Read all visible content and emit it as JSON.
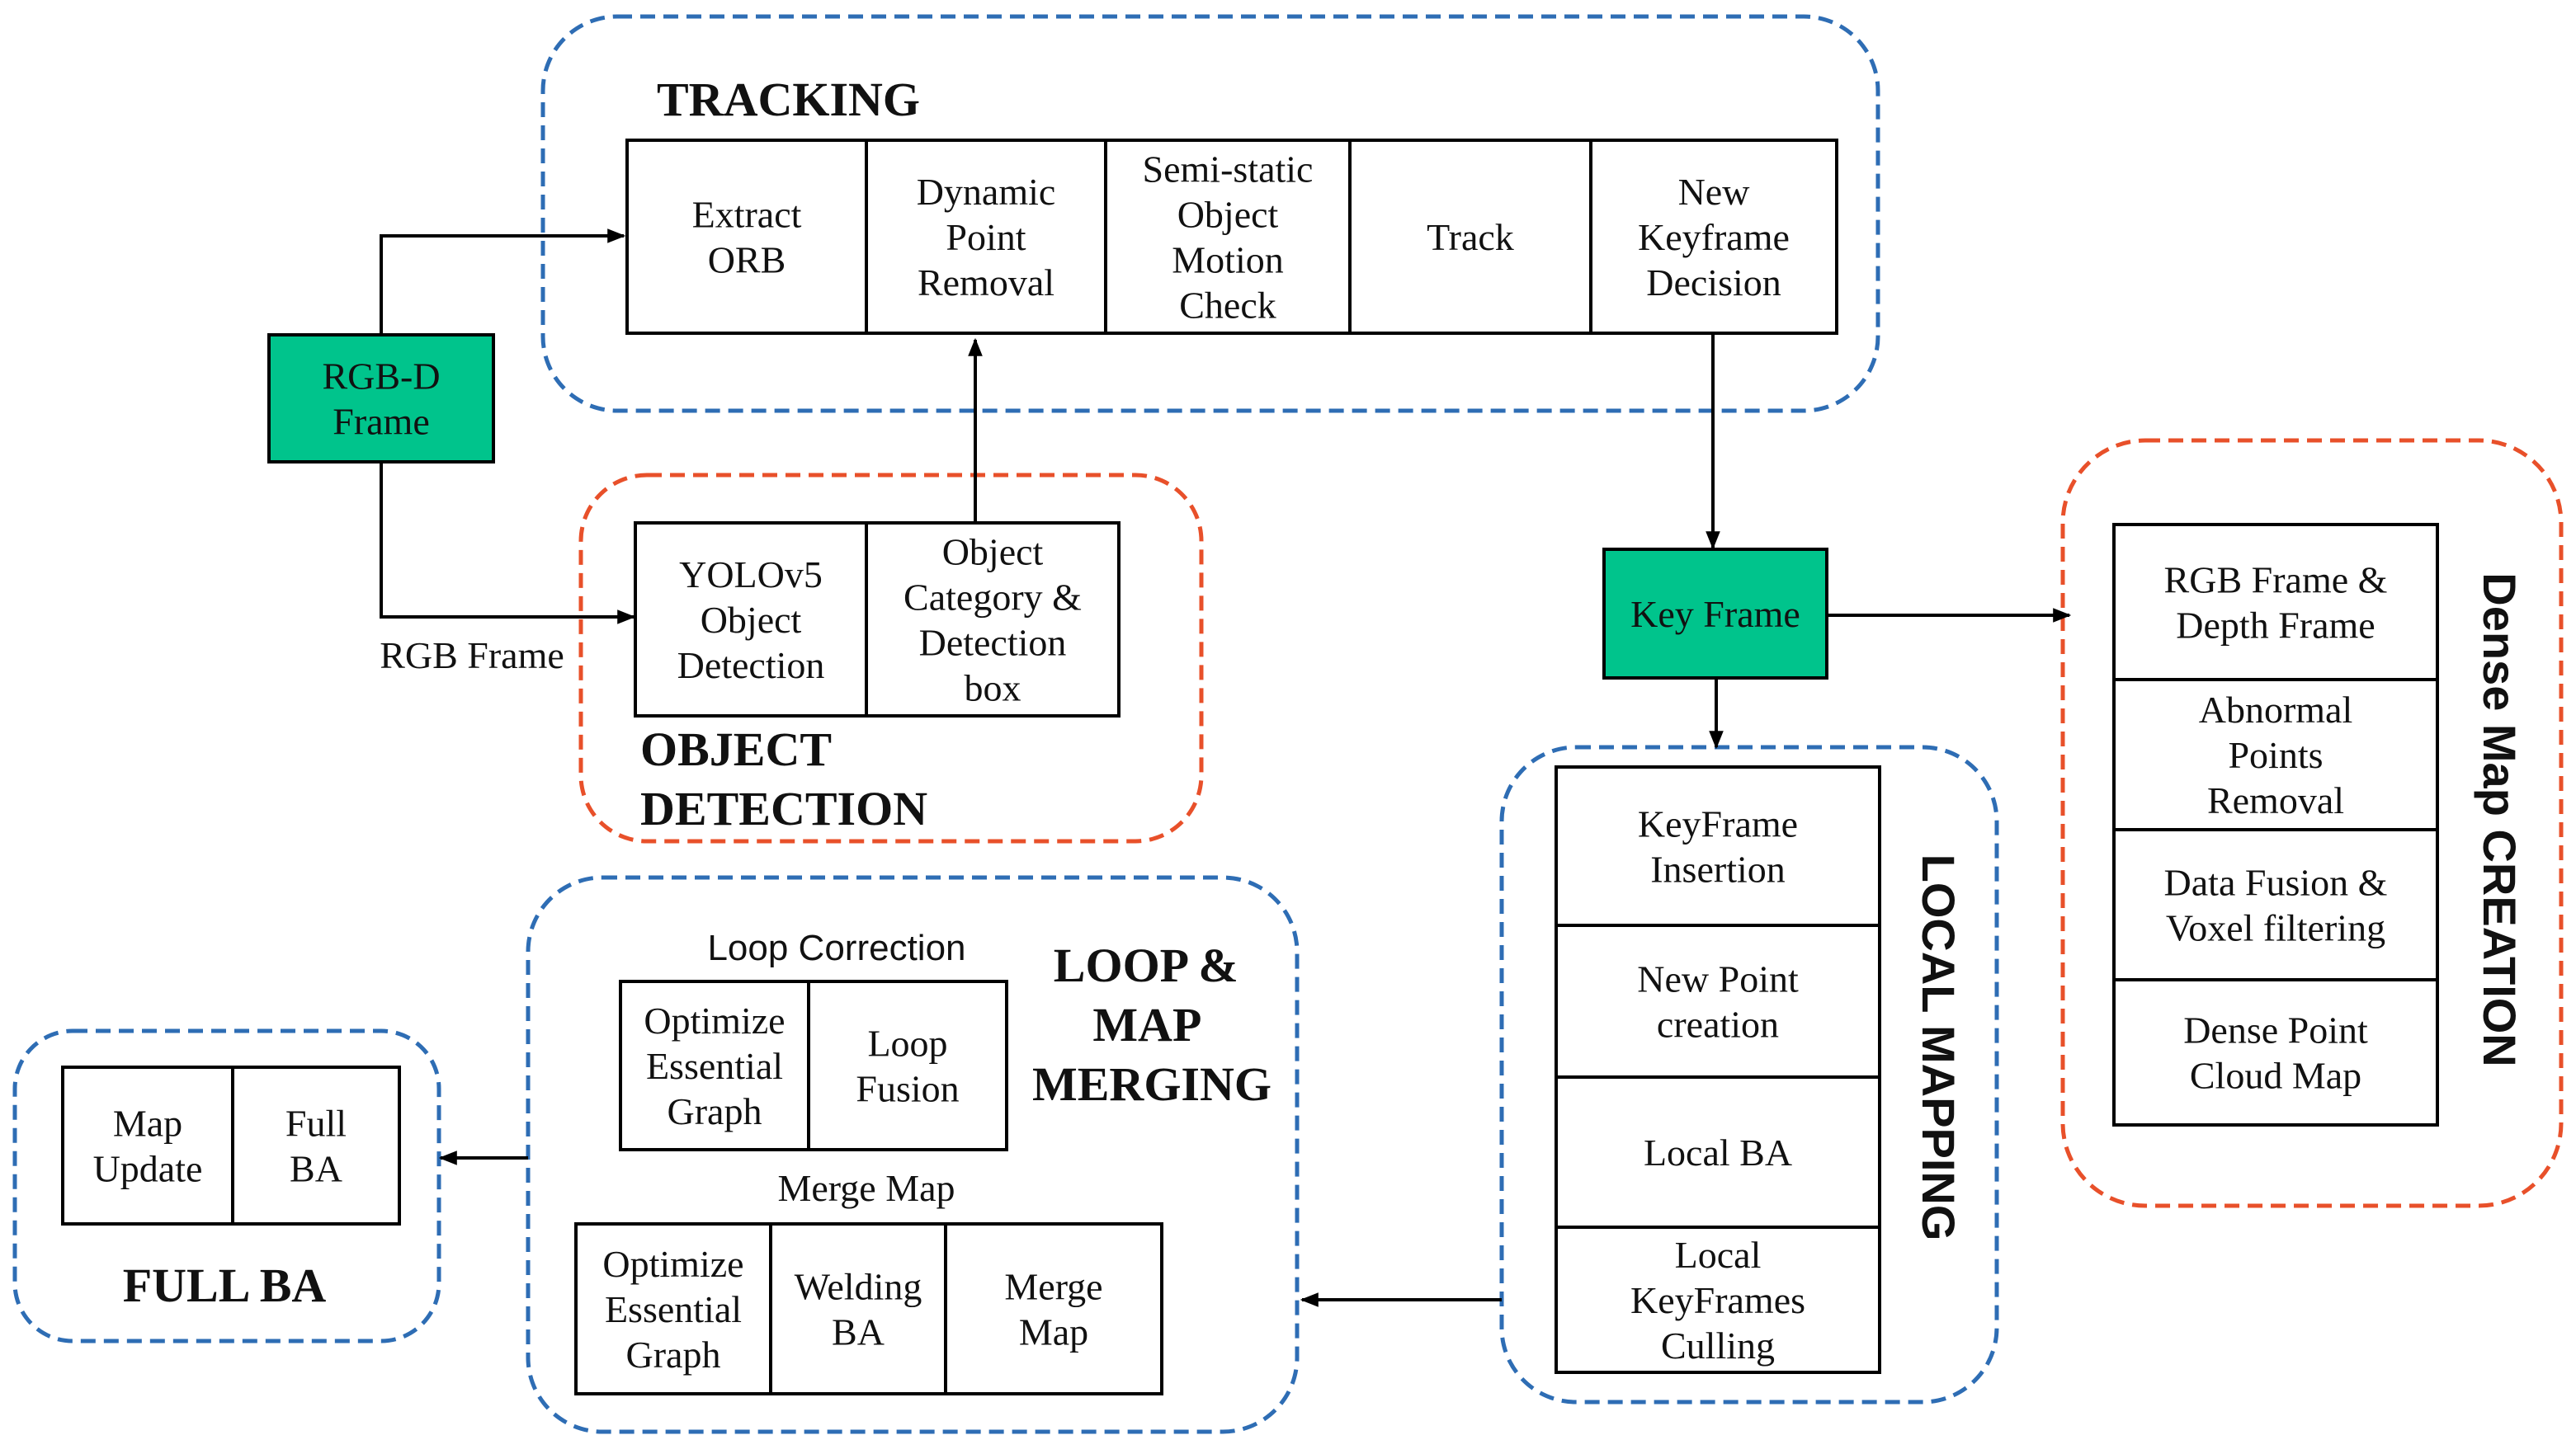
{
  "colors": {
    "blue_dash": "#2E6DB4",
    "red_dash": "#E8502A",
    "green_fill": "#00C48C",
    "line": "#000000"
  },
  "inputs": {
    "rgbd_frame": [
      "RGB-D",
      "Frame"
    ],
    "rgb_frame": "RGB Frame",
    "key_frame": "Key Frame"
  },
  "tracking": {
    "title": "TRACKING",
    "boxes": [
      [
        "Extract",
        "ORB"
      ],
      [
        "Dynamic",
        "Point",
        "Removal"
      ],
      [
        "Semi-static",
        "Object",
        "Motion",
        "Check"
      ],
      [
        "Track"
      ],
      [
        "New",
        "Keyframe",
        "Decision"
      ]
    ]
  },
  "object_detection": {
    "title": [
      "OBJECT",
      "DETECTION"
    ],
    "boxes": [
      [
        "YOLOv5",
        "Object",
        "Detection"
      ],
      [
        "Object",
        "Category &",
        "Detection",
        "box"
      ]
    ]
  },
  "local_mapping": {
    "title": "LOCAL MAPPING",
    "boxes": [
      [
        "KeyFrame",
        "Insertion"
      ],
      [
        "New Point",
        "creation"
      ],
      [
        "Local BA"
      ],
      [
        "Local",
        "KeyFrames",
        "Culling"
      ]
    ]
  },
  "dense_map": {
    "title": "Dense Map CREATION",
    "boxes": [
      [
        "RGB Frame &",
        "Depth Frame"
      ],
      [
        "Abnormal",
        "Points",
        "Removal"
      ],
      [
        "Data Fusion &",
        "Voxel filtering"
      ],
      [
        "Dense Point",
        "Cloud Map"
      ]
    ]
  },
  "loop_merging": {
    "title": [
      "LOOP &",
      "MAP",
      "MERGING"
    ],
    "loop_correction_label": "Loop Correction",
    "loop_boxes": [
      [
        "Optimize",
        "Essential",
        "Graph"
      ],
      [
        "Loop",
        "Fusion"
      ]
    ],
    "merge_map_label": "Merge Map",
    "merge_boxes": [
      [
        "Optimize",
        "Essential",
        "Graph"
      ],
      [
        "Welding",
        "BA"
      ],
      [
        "Merge",
        "Map"
      ]
    ]
  },
  "full_ba": {
    "title": "FULL BA",
    "boxes": [
      [
        "Map",
        "Update"
      ],
      [
        "Full",
        "BA"
      ]
    ]
  }
}
